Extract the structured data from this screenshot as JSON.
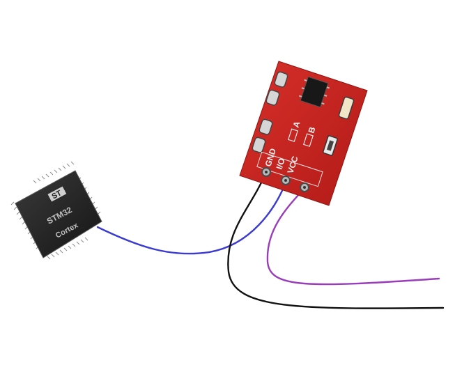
{
  "mcu": {
    "brand": "STM32",
    "core": "Cortex"
  },
  "sensor_board": {
    "labels": [
      "GND",
      "I/O",
      "VCC",
      "A",
      "B"
    ]
  },
  "colors": {
    "pcb": "#c8201c",
    "chip": "#1f1f1f",
    "wire_blue": "#3b3bd0",
    "wire_black": "#111111",
    "wire_purple": "#9a3db8"
  }
}
